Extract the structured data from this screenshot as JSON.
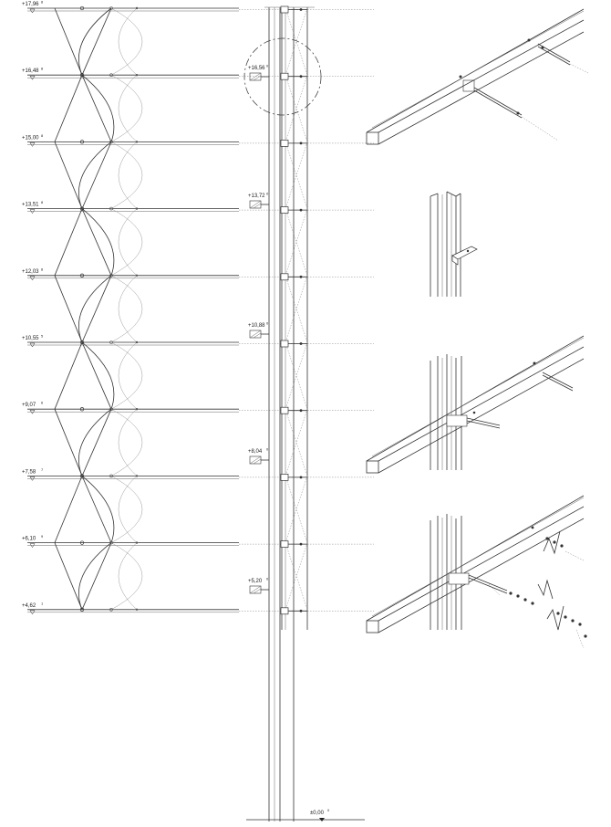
{
  "left_levels": [
    {
      "label": "+17,96",
      "sup": "8"
    },
    {
      "label": "+16,48",
      "sup": "8"
    },
    {
      "label": "+15,00",
      "sup": "8"
    },
    {
      "label": "+13,51",
      "sup": "8"
    },
    {
      "label": "+12,03",
      "sup": "8"
    },
    {
      "label": "+10,55",
      "sup": "5"
    },
    {
      "label": "+9,07",
      "sup": "6"
    },
    {
      "label": "+7,58",
      "sup": "7"
    },
    {
      "label": "+6,10",
      "sup": "9"
    },
    {
      "label": "+4,62",
      "sup": "1"
    }
  ],
  "column_levels": [
    {
      "label": "+16,56",
      "sup": "0"
    },
    {
      "label": "+13,72",
      "sup": "0"
    },
    {
      "label": "+10,88",
      "sup": "0"
    },
    {
      "label": "+8,04",
      "sup": "0"
    },
    {
      "label": "+5,20",
      "sup": "0"
    }
  ],
  "ground_level": {
    "label": "±0,00",
    "sup": "0"
  }
}
